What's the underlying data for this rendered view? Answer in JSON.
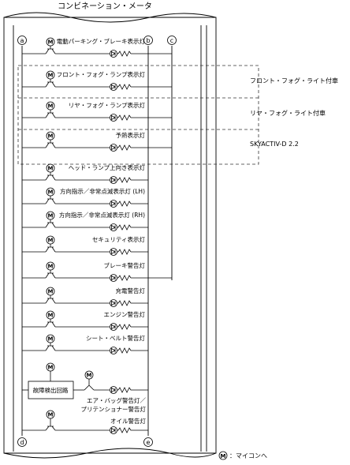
{
  "diagram": {
    "title": "コンビネーション・メータ",
    "node_a": "a",
    "node_b": "b",
    "node_c": "c",
    "node_d": "d",
    "node_e": "e",
    "m_symbol": "M",
    "lamps": [
      "電動パーキング・ブレーキ表示灯",
      "フロント・フォグ・ランプ表示灯",
      "リヤ・フォグ・ランプ表示灯",
      "予熱表示灯",
      "ヘッド・ランプ上向き表示灯",
      "方向指示／非常点滅表示灯 (LH)",
      "方向指示／非常点滅表示灯 (RH)",
      "セキュリティ表示灯",
      "ブレーキ警告灯",
      "充電警告灯",
      "エンジン警告灯",
      "シート・ベルト警告灯"
    ],
    "airbag_lamp_line1": "エア・バッグ警告灯／",
    "airbag_lamp_line2": "プリテンショナー警告灯",
    "oil_lamp": "オイル警告灯",
    "fault_circuit": "故障検出回路",
    "groups": [
      "フロント・フォグ・ライト付車",
      "リヤ・フォグ・ライト付車",
      "SKYACTIV-D 2.2"
    ],
    "legend_text": "：マイコンへ"
  }
}
